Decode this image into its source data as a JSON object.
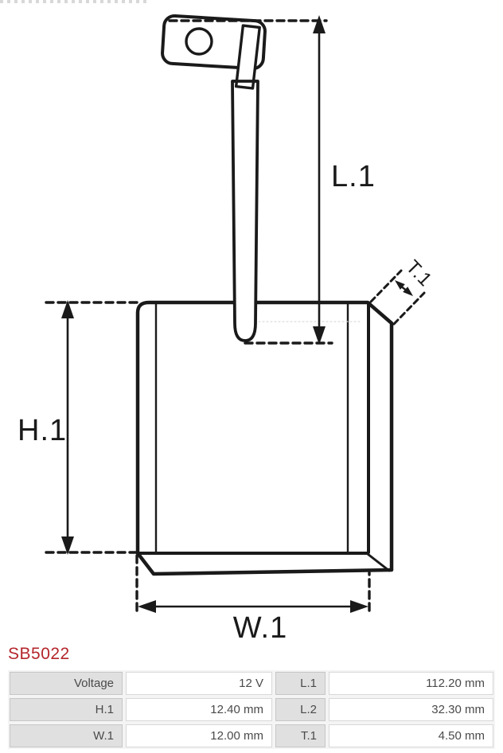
{
  "part_number": "SB5022",
  "diagram": {
    "type": "technical-dimension-drawing",
    "subject": "starter-carbon-brush-with-lead-and-terminal",
    "labels": {
      "l1": "L.1",
      "h1": "H.1",
      "w1": "W.1",
      "t1": "T.1"
    }
  },
  "colors": {
    "accent_red": "#b4262b",
    "line_black": "#1a1a1a",
    "table_key_bg": "#e0e0e0",
    "table_key_border": "#c6c6c6",
    "table_val_border": "#d8d8d8"
  },
  "specs": {
    "rows": [
      [
        "Voltage",
        "12 V",
        "L.1",
        "112.20 mm"
      ],
      [
        "H.1",
        "12.40 mm",
        "L.2",
        "32.30 mm"
      ],
      [
        "W.1",
        "12.00 mm",
        "T.1",
        "4.50 mm"
      ]
    ]
  }
}
